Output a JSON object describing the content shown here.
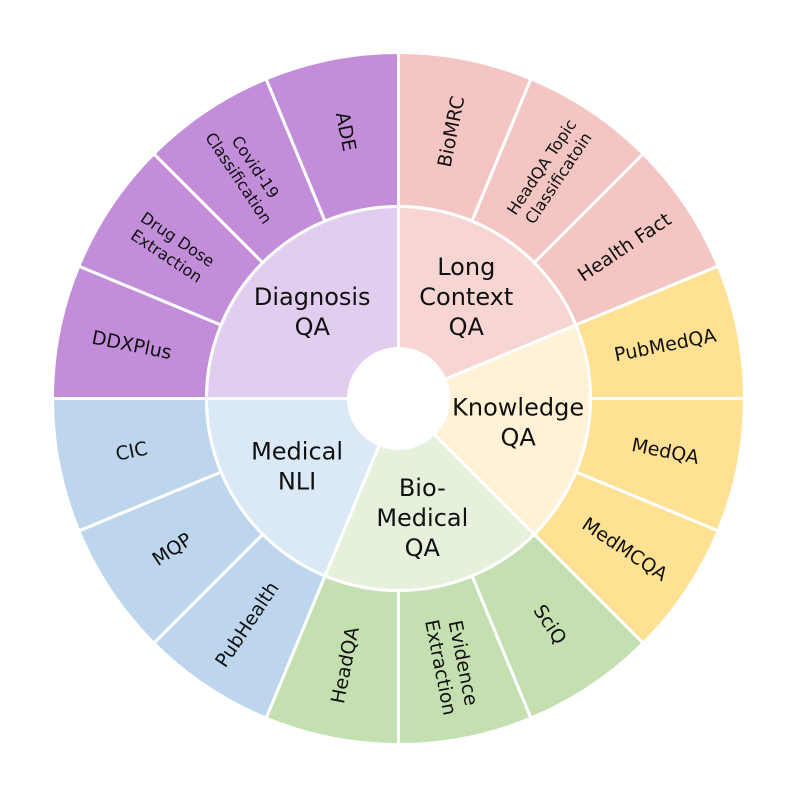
{
  "categories": [
    {
      "id": "long-context-qa",
      "label": [
        "Long",
        "Context",
        "QA"
      ],
      "inner_color": "#f6d5d3",
      "outer_color": "#f3c6c3",
      "items": [
        [
          "BioMRC"
        ],
        [
          "HeadQA Topic",
          "Classificatoin"
        ],
        [
          "Health Fact"
        ]
      ]
    },
    {
      "id": "knowledge-qa",
      "label": [
        "Knowledge",
        "QA"
      ],
      "inner_color": "#fff2d6",
      "outer_color": "#ffe193",
      "items": [
        [
          "PubMedQA"
        ],
        [
          "MedQA"
        ],
        [
          "MedMCQA"
        ]
      ]
    },
    {
      "id": "bio-medical-qa",
      "label": [
        "Bio-",
        "Medical",
        "QA"
      ],
      "inner_color": "#e6f1dc",
      "outer_color": "#c5e0b0",
      "items": [
        [
          "SciQ"
        ],
        [
          "Evidence",
          "Extraction"
        ],
        [
          "HeadQA"
        ]
      ]
    },
    {
      "id": "medical-nli",
      "label": [
        "Medical",
        "NLI"
      ],
      "inner_color": "#dbe9f6",
      "outer_color": "#bdd6ee",
      "items": [
        [
          "PubHealth"
        ],
        [
          "MQP"
        ],
        [
          "CIC"
        ]
      ]
    },
    {
      "id": "diagnosis-qa",
      "label": [
        "Diagnosis",
        "QA"
      ],
      "inner_color": "#e1cdee",
      "outer_color": "#c38ed9",
      "items": [
        [
          "DDXPlus"
        ],
        [
          "Drug Dose",
          "Extraction"
        ],
        [
          "Covid-19",
          "Classification"
        ],
        [
          "ADE"
        ]
      ]
    }
  ]
}
